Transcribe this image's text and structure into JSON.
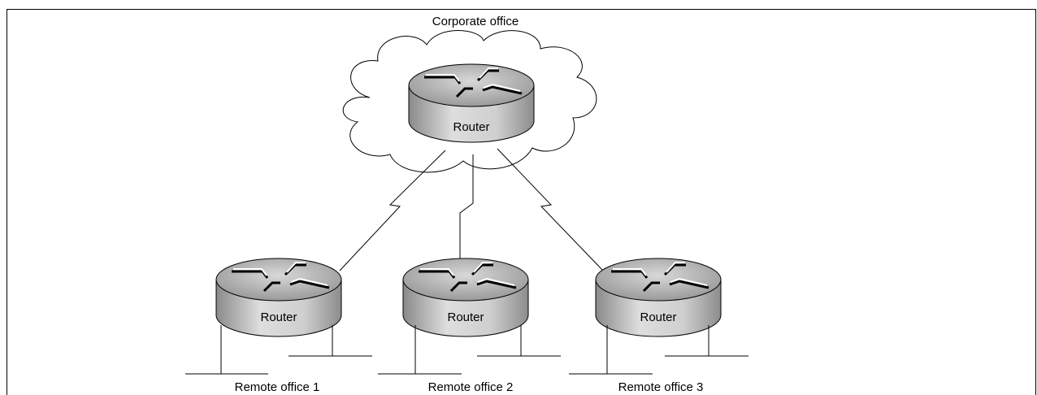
{
  "title": "Corporate office",
  "hub": {
    "label": "Router"
  },
  "remotes": [
    {
      "label": "Router",
      "caption": "Remote office 1"
    },
    {
      "label": "Router",
      "caption": "Remote office 2"
    },
    {
      "label": "Router",
      "caption": "Remote office 3"
    }
  ],
  "colors": {
    "router_top": "#b8b8b8",
    "router_side": "#c8c8c8",
    "line": "#000000"
  },
  "icons": [
    "cloud-icon",
    "router-icon",
    "serial-link-icon",
    "lan-segment-icon"
  ]
}
